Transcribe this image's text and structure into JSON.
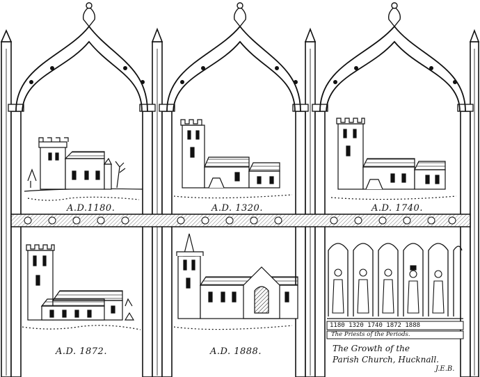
{
  "panels": [
    {
      "id": "p1180",
      "label": "A.D.1180."
    },
    {
      "id": "p1320",
      "label": "A.D. 1320."
    },
    {
      "id": "p1740",
      "label": "A.D. 1740."
    },
    {
      "id": "p1872",
      "label": "A.D. 1872."
    },
    {
      "id": "p1888",
      "label": "A.D. 1888."
    }
  ],
  "priests": {
    "dates": "1180 1320 1740 1872 1888",
    "label": "The Priests of the Periods."
  },
  "caption": {
    "line1": "The Growth of the",
    "line2": "Parish Church, Hucknall.",
    "initials": "J.E.B."
  }
}
